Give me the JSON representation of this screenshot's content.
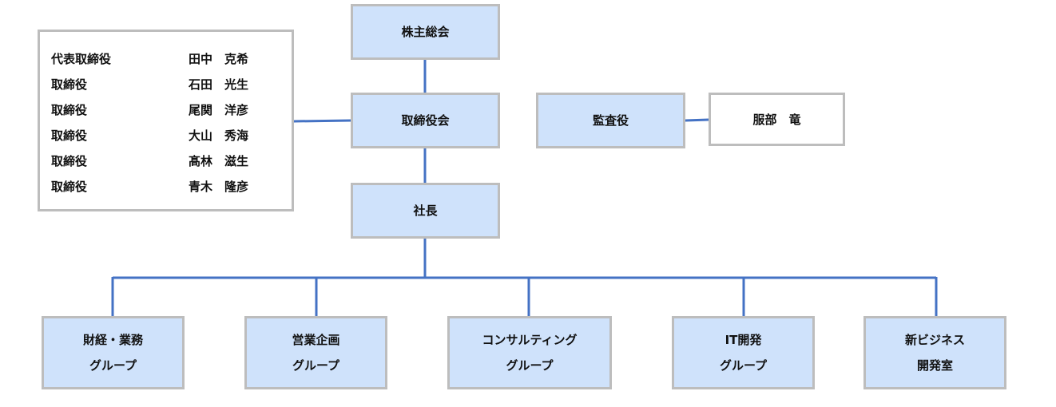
{
  "nodes": {
    "shareholders": "株主総会",
    "board": "取締役会",
    "president": "社長",
    "auditor": "監査役",
    "auditor_name": "服部　竜"
  },
  "directors": [
    {
      "title": "代表取締役",
      "name": "田中　克希"
    },
    {
      "title": "取締役",
      "name": "石田　光生"
    },
    {
      "title": "取締役",
      "name": "尾関　洋彦"
    },
    {
      "title": "取締役",
      "name": "大山　秀海"
    },
    {
      "title": "取締役",
      "name": "髙林　滋生"
    },
    {
      "title": "取締役",
      "name": "青木　隆彦"
    }
  ],
  "departments": [
    {
      "line1": "財経・業務",
      "line2": "グループ"
    },
    {
      "line1": "営業企画",
      "line2": "グループ"
    },
    {
      "line1": "コンサルティング",
      "line2": "グループ"
    },
    {
      "line1": "IT開発",
      "line2": "グループ"
    },
    {
      "line1": "新ビジネス",
      "line2": "開発室"
    }
  ],
  "colors": {
    "node_fill": "#cfe2fb",
    "node_border": "#bdbdbd",
    "connector": "#4472c4"
  }
}
